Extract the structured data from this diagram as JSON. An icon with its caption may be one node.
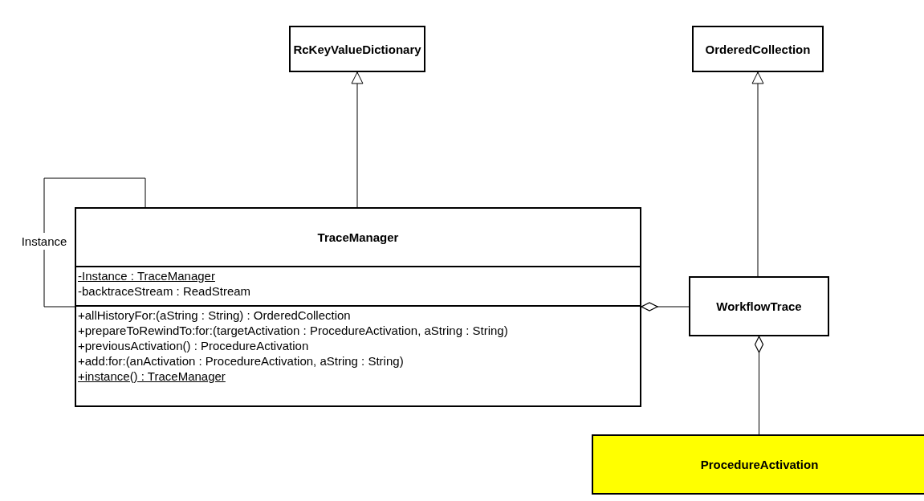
{
  "diagram": {
    "nodes": [
      {
        "text": [
          "RcKeyValueDictionary"
        ]
      },
      {
        "text": [
          "OrderedCollection"
        ]
      },
      {
        "text": [
          "TraceManager",
          "-Instance : TraceManager",
          "-backtraceStream : ReadStream",
          "+allHistoryFor:(aString : String) : OrderedCollection",
          "+prepareToRewindTo:for:(targetActivation : ProcedureActivation, aString : String)",
          "+previousActivation() : ProcedureActivation",
          "+add:for:(anActivation : ProcedureActivation, aString : String)",
          "+instance() : TraceManager"
        ]
      },
      {
        "text": [
          "WorkflowTrace"
        ]
      },
      {
        "text": [
          "ProcedureActivation"
        ]
      }
    ],
    "edges": [
      {
        "from": 2,
        "to": 0,
        "arrow": "to"
      },
      {
        "from": 3,
        "to": 1,
        "arrow": "to"
      },
      {
        "from": 2,
        "to": 2,
        "arrow": "none",
        "label": "Instance"
      },
      {
        "from": 3,
        "to": 2,
        "arrow": "other"
      },
      {
        "from": 4,
        "to": 3,
        "arrow": "other"
      }
    ]
  }
}
